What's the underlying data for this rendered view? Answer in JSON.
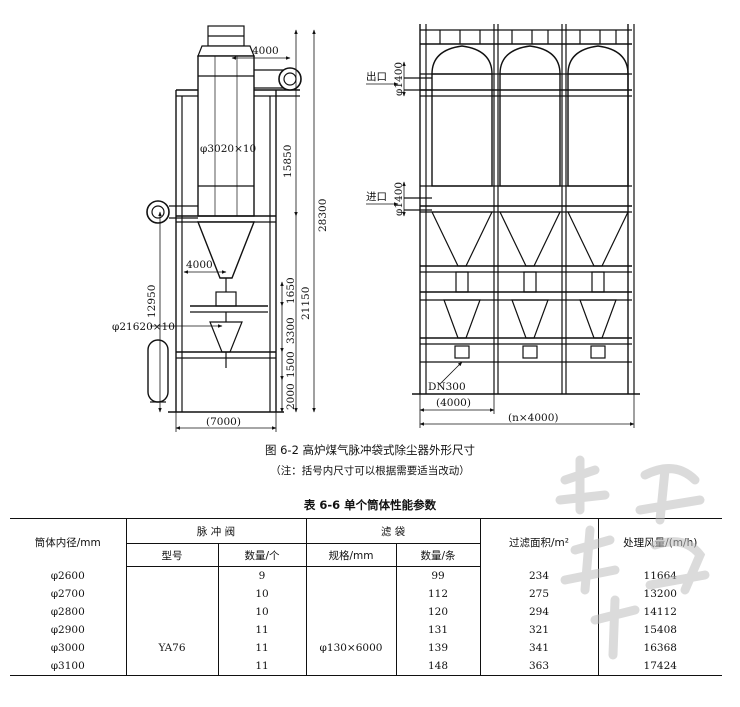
{
  "figure": {
    "caption": "图 6-2   高炉煤气脉冲袋式除尘器外形尺寸",
    "note": "（注：括号内尺寸可以根据需要适当改动）",
    "left_view": {
      "dims": {
        "top_width": "4000",
        "diameter": "φ3020×10",
        "h1": "15850",
        "h_total_a": "28300",
        "h_total_b": "21150",
        "cone_width": "4000",
        "h_left": "12950",
        "h2": "1650",
        "h3": "3300",
        "h4": "1500",
        "h5": "2000",
        "base_diameter": "φ21620×10",
        "base_width": "(7000)"
      }
    },
    "right_view": {
      "labels": {
        "outlet": "出口",
        "outlet_size": "φ1400",
        "inlet": "进口",
        "inlet_size": "φ1400",
        "dn": "DN300",
        "unit_width": "(4000)",
        "total_width": "(n×4000)"
      }
    }
  },
  "table": {
    "title": "表 6-6   单个筒体性能参数",
    "headers": {
      "diameter": "筒体内径/mm",
      "valve_group": "脉  冲  阀",
      "valve_model": "型号",
      "valve_count": "数量/个",
      "bag_group": "滤          袋",
      "bag_spec": "规格/mm",
      "bag_count": "数量/条",
      "filter_area": "过滤面积/m²",
      "air_volume": "处理风量/(m/h)"
    },
    "rows": [
      {
        "diameter": "φ2600",
        "model": "",
        "valves": "9",
        "spec": "",
        "bags": "99",
        "area": "234",
        "volume": "11664"
      },
      {
        "diameter": "φ2700",
        "model": "",
        "valves": "10",
        "spec": "",
        "bags": "112",
        "area": "275",
        "volume": "13200"
      },
      {
        "diameter": "φ2800",
        "model": "",
        "valves": "10",
        "spec": "",
        "bags": "120",
        "area": "294",
        "volume": "14112"
      },
      {
        "diameter": "φ2900",
        "model": "",
        "valves": "11",
        "spec": "",
        "bags": "131",
        "area": "321",
        "volume": "15408"
      },
      {
        "diameter": "φ3000",
        "model": "YA76",
        "valves": "11",
        "spec": "φ130×6000",
        "bags": "139",
        "area": "341",
        "volume": "16368"
      },
      {
        "diameter": "φ3100",
        "model": "",
        "valves": "11",
        "spec": "",
        "bags": "148",
        "area": "363",
        "volume": "17424"
      }
    ]
  }
}
